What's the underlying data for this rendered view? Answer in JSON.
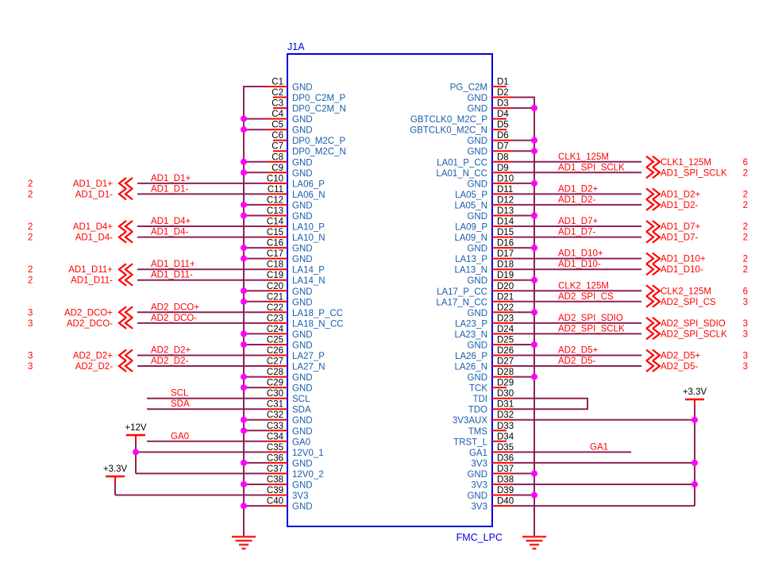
{
  "title": {
    "refdes": "J1A",
    "part": "FMC_LPC"
  },
  "colors": {
    "box": "#0000e0",
    "pin_name": "#1a5dac",
    "pin_number": "#000000",
    "net_label": "#ff0000",
    "stub": "#ff0000",
    "wire": "#8e2158",
    "junction": "#ff00ff",
    "power_symbol": "#ff0000",
    "power_text": "#000000",
    "ground_symbol": "#ff2020"
  },
  "pins": {
    "left": [
      {
        "num": "C1",
        "name": "GND"
      },
      {
        "num": "C2",
        "name": "DP0_C2M_P"
      },
      {
        "num": "C3",
        "name": "DP0_C2M_N"
      },
      {
        "num": "C4",
        "name": "GND"
      },
      {
        "num": "C5",
        "name": "GND"
      },
      {
        "num": "C6",
        "name": "DP0_M2C_P"
      },
      {
        "num": "C7",
        "name": "DP0_M2C_N"
      },
      {
        "num": "C8",
        "name": "GND"
      },
      {
        "num": "C9",
        "name": "GND"
      },
      {
        "num": "C10",
        "name": "LA06_P"
      },
      {
        "num": "C11",
        "name": "LA06_N"
      },
      {
        "num": "C12",
        "name": "GND"
      },
      {
        "num": "C13",
        "name": "GND"
      },
      {
        "num": "C14",
        "name": "LA10_P"
      },
      {
        "num": "C15",
        "name": "LA10_N"
      },
      {
        "num": "C16",
        "name": "GND"
      },
      {
        "num": "C17",
        "name": "GND"
      },
      {
        "num": "C18",
        "name": "LA14_P"
      },
      {
        "num": "C19",
        "name": "LA14_N"
      },
      {
        "num": "C20",
        "name": "GND"
      },
      {
        "num": "C21",
        "name": "GND"
      },
      {
        "num": "C22",
        "name": "LA18_P_CC"
      },
      {
        "num": "C23",
        "name": "LA18_N_CC"
      },
      {
        "num": "C24",
        "name": "GND"
      },
      {
        "num": "C25",
        "name": "GND"
      },
      {
        "num": "C26",
        "name": "LA27_P"
      },
      {
        "num": "C27",
        "name": "LA27_N"
      },
      {
        "num": "C28",
        "name": "GND"
      },
      {
        "num": "C29",
        "name": "GND"
      },
      {
        "num": "C30",
        "name": "SCL"
      },
      {
        "num": "C31",
        "name": "SDA"
      },
      {
        "num": "C32",
        "name": "GND"
      },
      {
        "num": "C33",
        "name": "GND"
      },
      {
        "num": "C34",
        "name": "GA0"
      },
      {
        "num": "C35",
        "name": "12V0_1"
      },
      {
        "num": "C36",
        "name": "GND"
      },
      {
        "num": "C37",
        "name": "12V0_2"
      },
      {
        "num": "C38",
        "name": "GND"
      },
      {
        "num": "C39",
        "name": "3V3"
      },
      {
        "num": "C40",
        "name": "GND"
      }
    ],
    "right": [
      {
        "num": "D1",
        "name": "PG_C2M"
      },
      {
        "num": "D2",
        "name": "GND"
      },
      {
        "num": "D3",
        "name": "GND"
      },
      {
        "num": "D4",
        "name": "GBTCLK0_M2C_P"
      },
      {
        "num": "D5",
        "name": "GBTCLK0_M2C_N"
      },
      {
        "num": "D6",
        "name": "GND"
      },
      {
        "num": "D7",
        "name": "GND"
      },
      {
        "num": "D8",
        "name": "LA01_P_CC"
      },
      {
        "num": "D9",
        "name": "LA01_N_CC"
      },
      {
        "num": "D10",
        "name": "GND"
      },
      {
        "num": "D11",
        "name": "LA05_P"
      },
      {
        "num": "D12",
        "name": "LA05_N"
      },
      {
        "num": "D13",
        "name": "GND"
      },
      {
        "num": "D14",
        "name": "LA09_P"
      },
      {
        "num": "D15",
        "name": "LA09_N"
      },
      {
        "num": "D16",
        "name": "GND"
      },
      {
        "num": "D17",
        "name": "LA13_P"
      },
      {
        "num": "D18",
        "name": "LA13_N"
      },
      {
        "num": "D19",
        "name": "GND"
      },
      {
        "num": "D20",
        "name": "LA17_P_CC"
      },
      {
        "num": "D21",
        "name": "LA17_N_CC"
      },
      {
        "num": "D22",
        "name": "GND"
      },
      {
        "num": "D23",
        "name": "LA23_P"
      },
      {
        "num": "D24",
        "name": "LA23_N"
      },
      {
        "num": "D25",
        "name": "GND"
      },
      {
        "num": "D26",
        "name": "LA26_P"
      },
      {
        "num": "D27",
        "name": "LA26_N"
      },
      {
        "num": "D28",
        "name": "GND"
      },
      {
        "num": "D29",
        "name": "TCK"
      },
      {
        "num": "D30",
        "name": "TDI"
      },
      {
        "num": "D31",
        "name": "TDO"
      },
      {
        "num": "D32",
        "name": "3V3AUX"
      },
      {
        "num": "D33",
        "name": "TMS"
      },
      {
        "num": "D34",
        "name": "TRST_L"
      },
      {
        "num": "D35",
        "name": "GA1"
      },
      {
        "num": "D36",
        "name": "3V3"
      },
      {
        "num": "D37",
        "name": "GND"
      },
      {
        "num": "D38",
        "name": "3V3"
      },
      {
        "num": "D39",
        "name": "GND"
      },
      {
        "num": "D40",
        "name": "3V3"
      }
    ]
  },
  "connections": {
    "left_gnd_corner": "C1",
    "left_gnd_dots": [
      "C4",
      "C5",
      "C8",
      "C9",
      "C12",
      "C13",
      "C16",
      "C17",
      "C20",
      "C21",
      "C24",
      "C25",
      "C28",
      "C29",
      "C32",
      "C33",
      "C36",
      "C38",
      "C40"
    ],
    "right_gnd_corner": "D2",
    "right_gnd_dots": [
      "D3",
      "D6",
      "D7",
      "D10",
      "D13",
      "D16",
      "D19",
      "D22",
      "D25",
      "D28",
      "D37",
      "D39"
    ],
    "left_offpage": [
      {
        "pin": "C10",
        "label": "AD1_D1+",
        "page": "2"
      },
      {
        "pin": "C11",
        "label": "AD1_D1-",
        "page": "2"
      },
      {
        "pin": "C14",
        "label": "AD1_D4+",
        "page": "2"
      },
      {
        "pin": "C15",
        "label": "AD1_D4-",
        "page": "2"
      },
      {
        "pin": "C18",
        "label": "AD1_D11+",
        "page": "2"
      },
      {
        "pin": "C19",
        "label": "AD1_D11-",
        "page": "2"
      },
      {
        "pin": "C22",
        "label": "AD2_DCO+",
        "page": "3"
      },
      {
        "pin": "C23",
        "label": "AD2_DCO-",
        "page": "3"
      },
      {
        "pin": "C26",
        "label": "AD2_D2+",
        "page": "3"
      },
      {
        "pin": "C27",
        "label": "AD2_D2-",
        "page": "3"
      }
    ],
    "right_offpage": [
      {
        "pin": "D8",
        "label": "CLK1_125M",
        "page": "6"
      },
      {
        "pin": "D9",
        "label": "AD1_SPI_SCLK",
        "page": "2"
      },
      {
        "pin": "D11",
        "label": "AD1_D2+",
        "page": "2"
      },
      {
        "pin": "D12",
        "label": "AD1_D2-",
        "page": "2"
      },
      {
        "pin": "D14",
        "label": "AD1_D7+",
        "page": "2"
      },
      {
        "pin": "D15",
        "label": "AD1_D7-",
        "page": "2"
      },
      {
        "pin": "D17",
        "label": "AD1_D10+",
        "page": "2"
      },
      {
        "pin": "D18",
        "label": "AD1_D10-",
        "page": "2"
      },
      {
        "pin": "D20",
        "label": "CLK2_125M",
        "page": "6"
      },
      {
        "pin": "D21",
        "label": "AD2_SPI_CS",
        "page": "3"
      },
      {
        "pin": "D23",
        "label": "AD2_SPI_SDIO",
        "page": "3"
      },
      {
        "pin": "D24",
        "label": "AD2_SPI_SCLK",
        "page": "3"
      },
      {
        "pin": "D26",
        "label": "AD2_D5+",
        "page": "3"
      },
      {
        "pin": "D27",
        "label": "AD2_D5-",
        "page": "3"
      }
    ],
    "left_nets": [
      {
        "pin": "C30",
        "label": "SCL"
      },
      {
        "pin": "C31",
        "label": "SDA"
      },
      {
        "pin": "C34",
        "label": "GA0"
      }
    ],
    "right_nets": [
      {
        "pin": "D35",
        "label": "GA1"
      }
    ],
    "left_unconnected": [
      "C2",
      "C3",
      "C6",
      "C7"
    ],
    "right_unconnected": [
      "D1",
      "D4",
      "D5",
      "D29",
      "D33",
      "D34"
    ],
    "jtag_loop": [
      "D30",
      "D31"
    ],
    "power_12v": {
      "label": "+12V",
      "dot_pins": [
        "C35"
      ],
      "corner_pin": "C37"
    },
    "power_3v3_left": {
      "label": "+3.3V",
      "corner_pin": "C39"
    },
    "power_3v3_right": {
      "label": "+3.3V",
      "dot_pins": [
        "D32",
        "D36",
        "D38"
      ],
      "corner_pin": "D40"
    }
  }
}
